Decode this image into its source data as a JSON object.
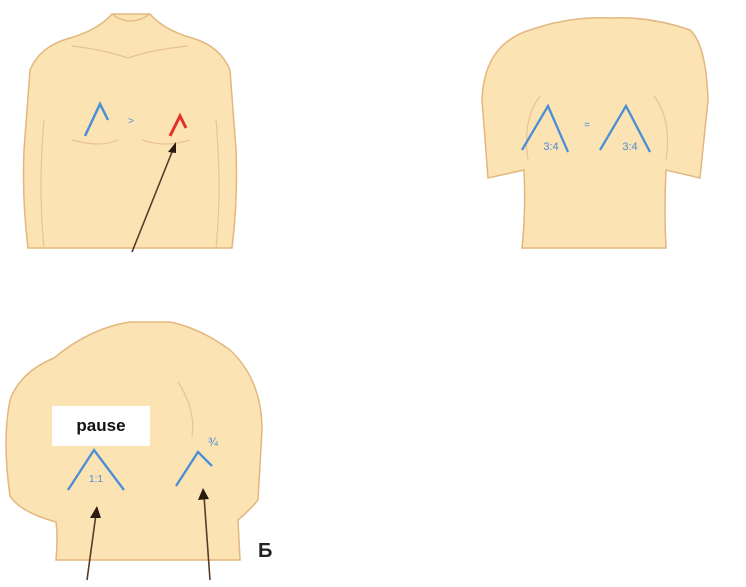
{
  "figure_label": "Б",
  "front_panel": {
    "comparison_sign": ">"
  },
  "back_panel": {
    "ratio_left": "3:4",
    "comparison_sign": "=",
    "ratio_right": "3:4"
  },
  "lower_panel": {
    "pause_label": "pause",
    "ratio_left": "1:1",
    "ratio_right": "¾"
  },
  "colors": {
    "skin": "#fbe3b4",
    "skin_outline": "#e3b77e",
    "blue": "#4a8ed6",
    "red": "#e2312b",
    "arrow": "#5a3b2a"
  }
}
